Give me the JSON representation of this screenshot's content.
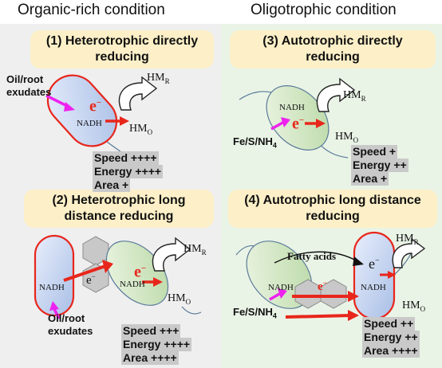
{
  "columns": {
    "left": "Organic-rich condition",
    "right": "Oligotrophic condition"
  },
  "panels": [
    {
      "title_line1": "(1) Heterotrophic directly",
      "title_line2": "reducing",
      "label": "Oil/root\nexudates",
      "stats": [
        "Speed ++++",
        "Energy ++++",
        "Area +"
      ]
    },
    {
      "title_line1": "(2) Heterotrophic long",
      "title_line2": "distance reducing",
      "label": "Oil/root\nexudates",
      "stats": [
        "Speed +++",
        "Energy ++++",
        "Area ++++"
      ]
    },
    {
      "title_line1": "(3) Autotrophic directly",
      "title_line2": "reducing",
      "label": "Fe/S/NH4",
      "stats": [
        "Speed +",
        "Energy ++",
        "Area +"
      ]
    },
    {
      "title_line1": "(4) Autotrophic long distance",
      "title_line2": "reducing",
      "label": "Fe/S/NH4",
      "extra": "Fatty acids",
      "stats": [
        "Speed ++",
        "Energy ++",
        "Area ++++"
      ]
    }
  ],
  "labels": {
    "nadh": "NADH",
    "electron": "e",
    "hm_r": "HM",
    "hm_r_sub": "R",
    "hm_o": "HM",
    "hm_o_sub": "O",
    "fe_base": "Fe/S/NH",
    "fe_sub": "4"
  }
}
